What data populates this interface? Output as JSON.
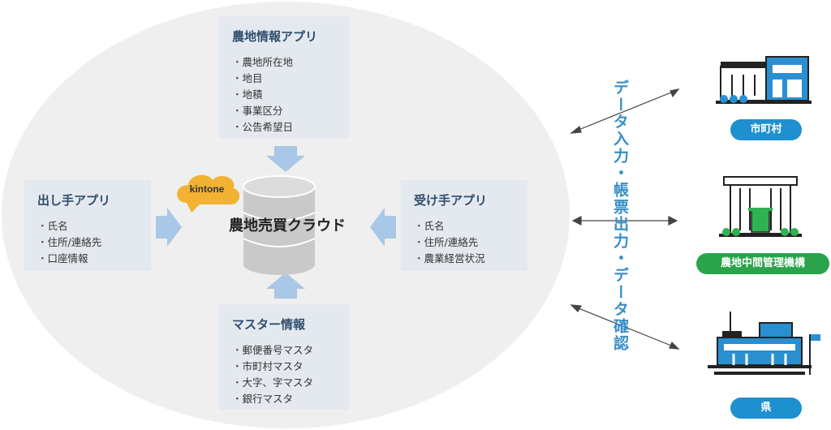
{
  "center": {
    "label": "農地売買クラウド",
    "platform": "kintone"
  },
  "panels": {
    "top": {
      "title": "農地情報アプリ",
      "items": [
        "農地所在地",
        "地目",
        "地積",
        "事業区分",
        "公告希望日"
      ]
    },
    "left": {
      "title": "出し手アプリ",
      "items": [
        "氏名",
        "住所/連絡先",
        "口座情報"
      ]
    },
    "right": {
      "title": "受け手アプリ",
      "items": [
        "氏名",
        "住所/連絡先",
        "農業経営状況"
      ]
    },
    "bottom": {
      "title": "マスター情報",
      "items": [
        "郵便番号マスタ",
        "市町村マスタ",
        "大字、字マスタ",
        "銀行マスタ"
      ]
    }
  },
  "exchange_label": "データ入力・帳票出力・データ確認",
  "entities": [
    {
      "label": "市町村",
      "icon": "city-hall-building-icon",
      "color": "#1e8fcf"
    },
    {
      "label": "農地中間管理機構",
      "icon": "agency-building-icon",
      "color": "#2aa34a"
    },
    {
      "label": "県",
      "icon": "prefecture-building-icon",
      "color": "#1e8fcf"
    }
  ],
  "colors": {
    "panel": "#e4e9ef",
    "arrow": "#a9c7e6",
    "accent_blue": "#1e8fcf",
    "accent_green": "#2aa34a"
  }
}
